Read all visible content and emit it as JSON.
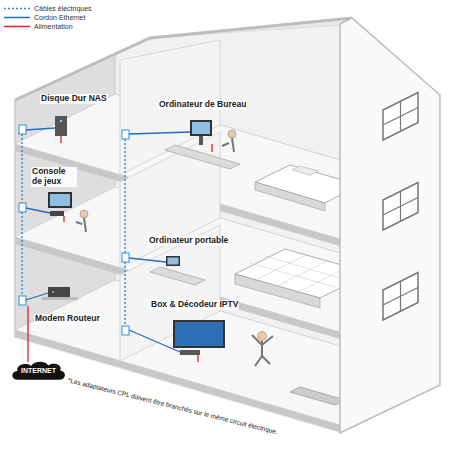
{
  "diagram": {
    "nodes": [
      {
        "text": [
          "INTERNET"
        ]
      }
    ],
    "labels": [
      "Disque Dur NAS",
      "Ordinateur de Bureau",
      "Console de jeux",
      "Ordinateur portable",
      "Modem Routeur",
      "Box & Décodeur IPTV",
      "*Les adaptateurs CPL doivent être branchés sur le même circuit électrique."
    ],
    "legend": [
      {
        "text": "Câbles électriques"
      },
      {
        "text": "Cordon Ethernet"
      },
      {
        "text": "Alimentation"
      }
    ]
  }
}
